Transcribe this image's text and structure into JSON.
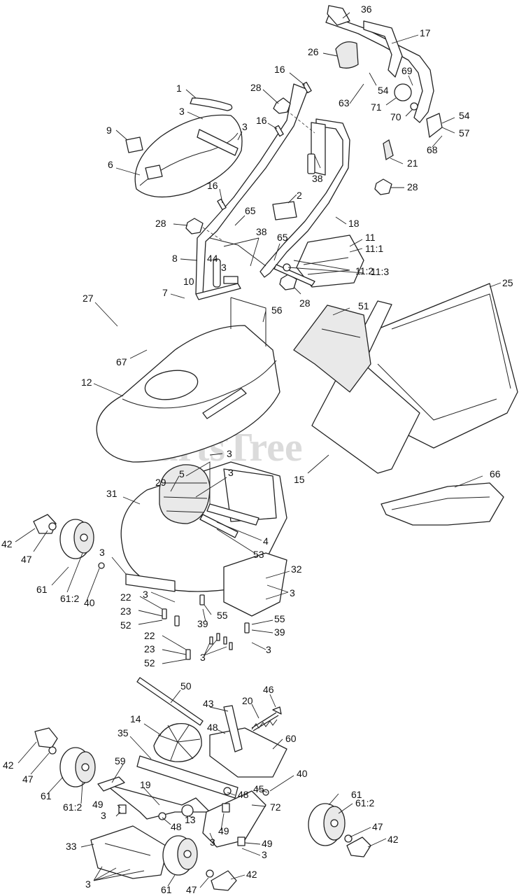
{
  "watermark": "PartsTree",
  "callouts": [
    {
      "id": "c36",
      "text": "36"
    },
    {
      "id": "c26",
      "text": "26"
    },
    {
      "id": "c17",
      "text": "17"
    },
    {
      "id": "c16a",
      "text": "16"
    },
    {
      "id": "c69",
      "text": "69"
    },
    {
      "id": "c54a",
      "text": "54"
    },
    {
      "id": "c1",
      "text": "1"
    },
    {
      "id": "c28a",
      "text": "28"
    },
    {
      "id": "c63",
      "text": "63"
    },
    {
      "id": "c71",
      "text": "71"
    },
    {
      "id": "c70",
      "text": "70"
    },
    {
      "id": "c3a",
      "text": "3"
    },
    {
      "id": "c54b",
      "text": "54"
    },
    {
      "id": "c57",
      "text": "57"
    },
    {
      "id": "c9",
      "text": "9"
    },
    {
      "id": "c16b",
      "text": "16"
    },
    {
      "id": "c3b",
      "text": "3"
    },
    {
      "id": "c68",
      "text": "68"
    },
    {
      "id": "c21",
      "text": "21"
    },
    {
      "id": "c6",
      "text": "6"
    },
    {
      "id": "c38a",
      "text": "38"
    },
    {
      "id": "c28b",
      "text": "28"
    },
    {
      "id": "c16c",
      "text": "16"
    },
    {
      "id": "c2",
      "text": "2"
    },
    {
      "id": "c65a",
      "text": "65"
    },
    {
      "id": "c28c",
      "text": "28"
    },
    {
      "id": "c18",
      "text": "18"
    },
    {
      "id": "c11",
      "text": "11"
    },
    {
      "id": "c38b",
      "text": "38"
    },
    {
      "id": "c65b",
      "text": "65"
    },
    {
      "id": "c11_1",
      "text": "11:1"
    },
    {
      "id": "c8",
      "text": "8"
    },
    {
      "id": "c44",
      "text": "44"
    },
    {
      "id": "c3c",
      "text": "3"
    },
    {
      "id": "c11_3",
      "text": "11:3"
    },
    {
      "id": "c25",
      "text": "25"
    },
    {
      "id": "c7",
      "text": "7"
    },
    {
      "id": "c10",
      "text": "10"
    },
    {
      "id": "c11_2",
      "text": "11:2"
    },
    {
      "id": "c28d",
      "text": "28"
    },
    {
      "id": "c27",
      "text": "27"
    },
    {
      "id": "c56",
      "text": "56"
    },
    {
      "id": "c51",
      "text": "51"
    },
    {
      "id": "c67",
      "text": "67"
    },
    {
      "id": "c12",
      "text": "12"
    },
    {
      "id": "c3d",
      "text": "3"
    },
    {
      "id": "c15",
      "text": "15"
    },
    {
      "id": "c5",
      "text": "5"
    },
    {
      "id": "c3e",
      "text": "3"
    },
    {
      "id": "c66",
      "text": "66"
    },
    {
      "id": "c29",
      "text": "29"
    },
    {
      "id": "c31",
      "text": "31"
    },
    {
      "id": "c4",
      "text": "4"
    },
    {
      "id": "c3f",
      "text": "3"
    },
    {
      "id": "c53",
      "text": "53"
    },
    {
      "id": "c42a",
      "text": "42"
    },
    {
      "id": "c47a",
      "text": "47"
    },
    {
      "id": "c32",
      "text": "32"
    },
    {
      "id": "c61a",
      "text": "61"
    },
    {
      "id": "c61_2a",
      "text": "61:2"
    },
    {
      "id": "c40a",
      "text": "40"
    },
    {
      "id": "c3g",
      "text": "3"
    },
    {
      "id": "c3h",
      "text": "3"
    },
    {
      "id": "c22a",
      "text": "22"
    },
    {
      "id": "c23a",
      "text": "23"
    },
    {
      "id": "c55a",
      "text": "55"
    },
    {
      "id": "c39a",
      "text": "39"
    },
    {
      "id": "c52a",
      "text": "52"
    },
    {
      "id": "c55b",
      "text": "55"
    },
    {
      "id": "c39b",
      "text": "39"
    },
    {
      "id": "c22b",
      "text": "22"
    },
    {
      "id": "c23b",
      "text": "23"
    },
    {
      "id": "c3i",
      "text": "3"
    },
    {
      "id": "c3j",
      "text": "3"
    },
    {
      "id": "c52b",
      "text": "52"
    },
    {
      "id": "c50",
      "text": "50"
    },
    {
      "id": "c46",
      "text": "46"
    },
    {
      "id": "c43",
      "text": "43"
    },
    {
      "id": "c20",
      "text": "20"
    },
    {
      "id": "c14",
      "text": "14"
    },
    {
      "id": "c48a",
      "text": "48"
    },
    {
      "id": "c35",
      "text": "35"
    },
    {
      "id": "c60",
      "text": "60"
    },
    {
      "id": "c42b",
      "text": "42"
    },
    {
      "id": "c47b",
      "text": "47"
    },
    {
      "id": "c59",
      "text": "59"
    },
    {
      "id": "c40b",
      "text": "40"
    },
    {
      "id": "c61b",
      "text": "61"
    },
    {
      "id": "c61_2b",
      "text": "61:2"
    },
    {
      "id": "c19",
      "text": "19"
    },
    {
      "id": "c48b",
      "text": "48"
    },
    {
      "id": "c45",
      "text": "45"
    },
    {
      "id": "c61c",
      "text": "61"
    },
    {
      "id": "c49a",
      "text": "49"
    },
    {
      "id": "c72",
      "text": "72"
    },
    {
      "id": "c61_2c",
      "text": "61:2"
    },
    {
      "id": "c3k",
      "text": "3"
    },
    {
      "id": "c48c",
      "text": "48"
    },
    {
      "id": "c13",
      "text": "13"
    },
    {
      "id": "c47c",
      "text": "47"
    },
    {
      "id": "c49b",
      "text": "49"
    },
    {
      "id": "c42c",
      "text": "42"
    },
    {
      "id": "c33",
      "text": "33"
    },
    {
      "id": "c3l",
      "text": "3"
    },
    {
      "id": "c49c",
      "text": "49"
    },
    {
      "id": "c3m",
      "text": "3"
    },
    {
      "id": "c3n",
      "text": "3"
    },
    {
      "id": "c42d",
      "text": "42"
    },
    {
      "id": "c61d",
      "text": "61"
    },
    {
      "id": "c47d",
      "text": "47"
    }
  ]
}
